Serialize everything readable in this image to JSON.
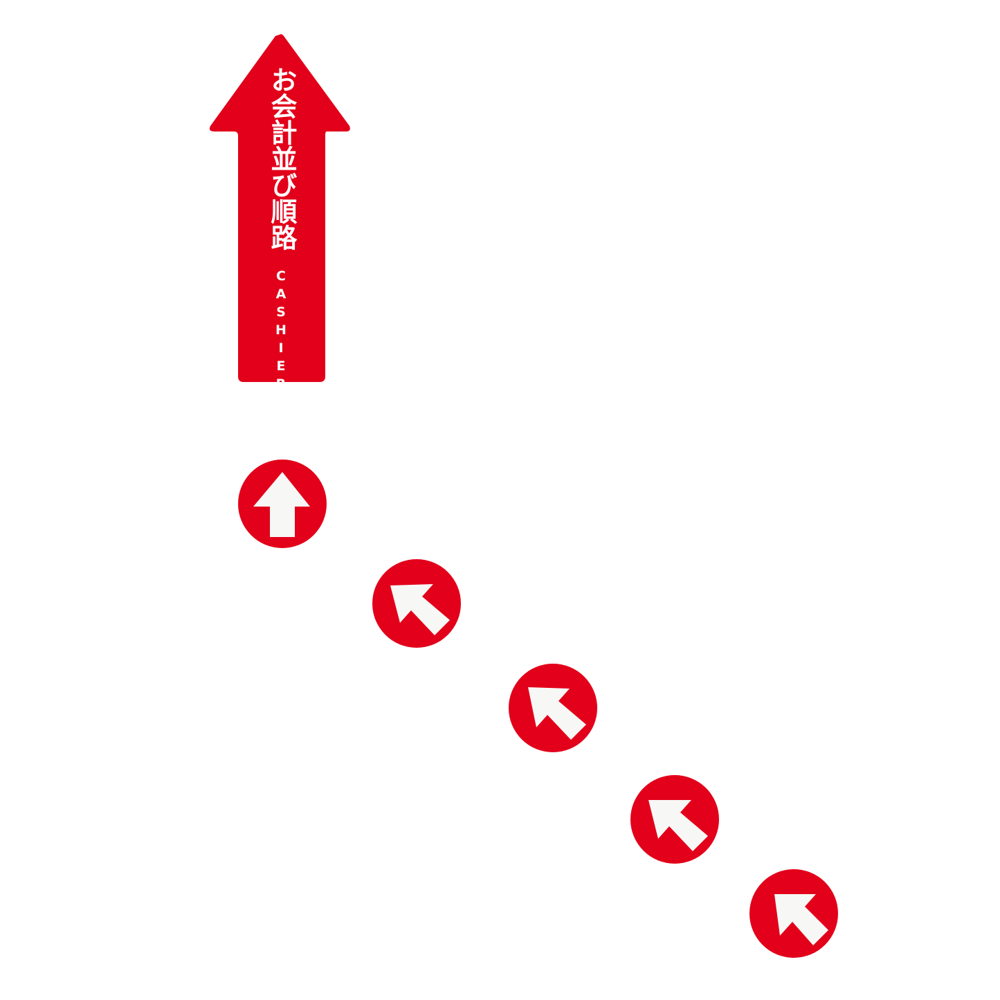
{
  "sign": {
    "label_jp": "お会計並び順路",
    "label_en": "CASHIER"
  },
  "colors": {
    "sticker_red": "#e2001a",
    "arrow_white": "#f7f7f5",
    "background": "#ffffff"
  },
  "floor_dots": [
    {
      "icon": "arrow-up-icon",
      "direction": "up"
    },
    {
      "icon": "arrow-up-left-icon",
      "direction": "up-left"
    },
    {
      "icon": "arrow-up-left-icon",
      "direction": "up-left"
    },
    {
      "icon": "arrow-up-left-icon",
      "direction": "up-left"
    },
    {
      "icon": "arrow-up-left-icon",
      "direction": "up-left"
    }
  ]
}
